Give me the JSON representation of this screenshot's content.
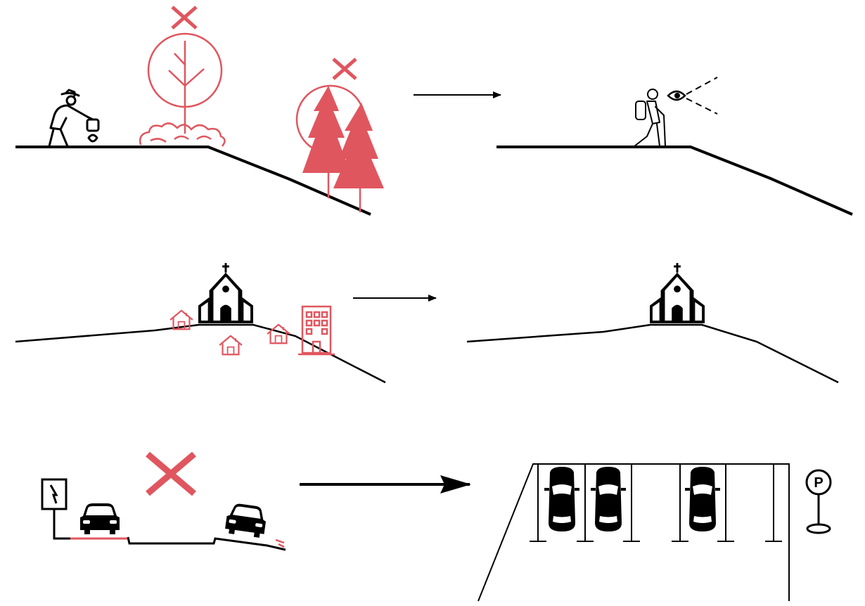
{
  "colors": {
    "ink": "#000000",
    "forbidden": "#e0565f",
    "background": "#ffffff"
  },
  "rows": [
    {
      "name": "vegetation-and-views",
      "before_icons": [
        "gardener-icon",
        "deciduous-tree-icon",
        "shrub-icon",
        "conifer-trees-icon",
        "cross-mark-icon"
      ],
      "after_icons": [
        "hiker-icon",
        "eye-icon",
        "line-of-sight-icon"
      ]
    },
    {
      "name": "hilltop-buildings",
      "before_icons": [
        "church-icon",
        "house-icon",
        "apartment-building-icon"
      ],
      "after_icons": [
        "church-icon"
      ]
    },
    {
      "name": "roadside-parking",
      "before_icons": [
        "road-sign-icon",
        "car-icon",
        "cross-mark-icon"
      ],
      "after_icons": [
        "parking-lot-icon",
        "car-icon",
        "parking-sign-icon"
      ]
    }
  ],
  "labels": {
    "parking_letter": "P"
  }
}
